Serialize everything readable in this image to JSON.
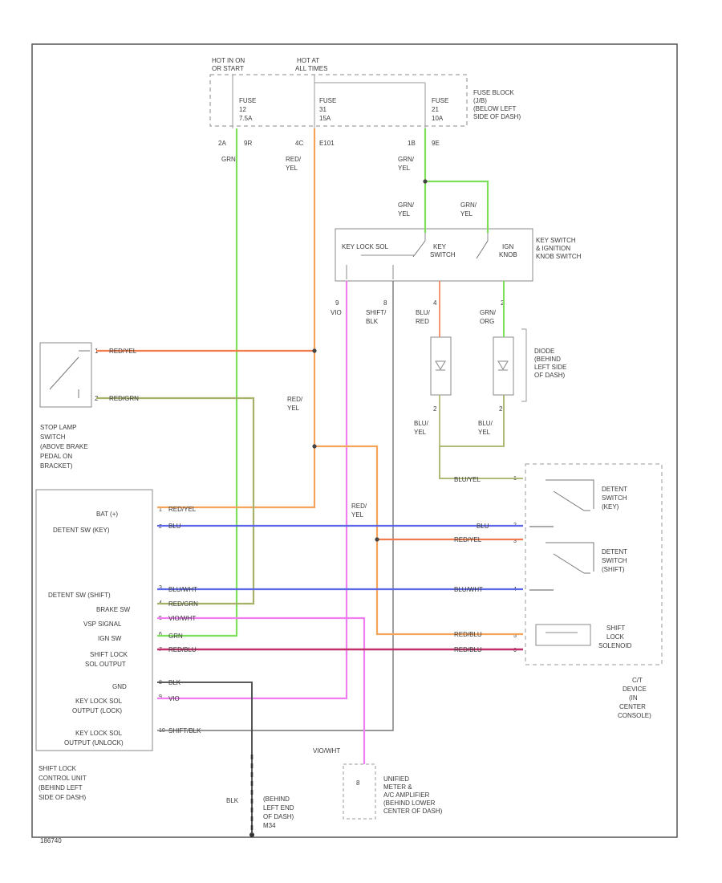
{
  "fuse_block": {
    "hot_run_start": [
      "HOT IN ON",
      "OR START"
    ],
    "hot_all_times": [
      "HOT AT",
      "ALL TIMES"
    ],
    "fuse1": [
      "FUSE",
      "12",
      "7.5A"
    ],
    "fuse2": [
      "FUSE",
      "31",
      "15A"
    ],
    "fuse3": [
      "FUSE",
      "21",
      "10A"
    ],
    "label": [
      "FUSE BLOCK",
      "(J/B)",
      "(BELOW LEFT",
      "SIDE OF DASH)"
    ]
  },
  "pins": {
    "fb1": "2A",
    "fb1b": "9R",
    "fb2": "4C",
    "fb2b": "E101",
    "fb3": "1B",
    "fb3b": "9E",
    "key_p9": "9",
    "key_p8": "8",
    "key_p4": "4",
    "key_p2": "2",
    "diode_p1": "2",
    "diode_p2": "2",
    "stop_p1": "1",
    "stop_p2": "2",
    "cu_bat": "1",
    "cu_detent_kst": "2",
    "cu_detent_shift": "3",
    "cu_brake": "4",
    "cu_vsp": "5",
    "cu_ign": "6",
    "cu_shift_sol": "7",
    "cu_gnd": "8",
    "cu_key_lock": "9",
    "cu_key_unlock": "10",
    "cd_p1": "1",
    "cd_p2": "2",
    "cd_p3": "3",
    "cd_p4": "4",
    "cd_p5": "5",
    "cd_p6": "6",
    "meter_pin": "8"
  },
  "wires": {
    "grn": "GRN",
    "red_yel_1": "RED/\nYEL",
    "grn_yel_fb": "GRN/\nYEL",
    "grn_yel_a": "GRN/\nYEL",
    "grn_yel_b": "GRN/\nYEL",
    "vio": "VIO",
    "shift_blk": "SHIFT/\nBLK",
    "blu_red": "BLU/\nRED",
    "grn_org": "GRN/\nORG",
    "blu_yel_a": "BLU/\nYEL",
    "blu_yel_b": "BLU/\nYEL",
    "red_yel_stop": "RED/YEL",
    "red_grn_stop": "RED/GRN",
    "red_yel_mid": "RED/\nYEL",
    "red_yel_mid2": "RED/\nYEL",
    "blu_yel_cd": "BLU/YEL",
    "cu_bat_wire": "RED/YEL",
    "cu_kst_wire": "BLU",
    "cd_blu": "BLU",
    "cd_red_yel": "RED/YEL",
    "cu_shift_wire": "BLU/WHT",
    "cd_blu_wht": "BLU/WHT",
    "cu_brake_wire": "RED/GRN",
    "cu_vsp_wire": "VIO/WHT",
    "cu_ign_wire": "GRN",
    "cd_red_blu_a": "RED/BLU",
    "cu_shift_sol_wire": "RED/BLU",
    "cd_red_blu_b": "RED/BLU",
    "cu_gnd_wire": "BLK",
    "cu_vio_wire": "VIO",
    "cu_unlock_wire": "SHIFT/BLK",
    "vio_wht_meter": "VIO/WHT",
    "blk_gnd": "BLK"
  },
  "key_switch": {
    "key_lock_sol": "KEY LOCK SOL",
    "key_switch": [
      "KEY",
      "SWITCH"
    ],
    "ign_knob": [
      "IGN",
      "KNOB"
    ],
    "label": [
      "KEY SWITCH",
      "& IGNITION",
      "KNOB SWITCH"
    ]
  },
  "diode": {
    "label": [
      "DIODE",
      "(BEHIND",
      "LEFT SIDE",
      "OF DASH)"
    ]
  },
  "stop_lamp": {
    "label": [
      "STOP LAMP",
      "SWITCH",
      "(ABOVE BRAKE",
      "PEDAL ON",
      "BRACKET)"
    ]
  },
  "control_unit": {
    "rows": [
      "BAT (+)",
      "DETENT SW (KEY)",
      "DETENT SW (SHIFT)",
      "BRAKE SW",
      "VSP SIGNAL",
      "IGN SW",
      "SHIFT LOCK",
      "SOL OUTPUT",
      "GND",
      "KEY LOCK SOL",
      "OUTPUT (LOCK)",
      "KEY LOCK SOL",
      "OUTPUT (UNLOCK)"
    ],
    "label": [
      "SHIFT LOCK",
      "CONTROL UNIT",
      "(BEHIND LEFT",
      "SIDE OF DASH)"
    ]
  },
  "cd_device": {
    "detent_key": [
      "DETENT",
      "SWITCH",
      "(KEY)"
    ],
    "detent_shift": [
      "DETENT",
      "SWITCH",
      "(SHIFT)"
    ],
    "shift_lock": [
      "SHIFT",
      "LOCK",
      "SOLENOID"
    ],
    "label": [
      "C/T",
      "DEVICE",
      "(IN",
      "CENTER",
      "CONSOLE)"
    ]
  },
  "meter": {
    "label": [
      "UNIFIED",
      "METER &",
      "A/C AMPLIFIER",
      "(BEHIND LOWER",
      "CENTER OF DASH)"
    ]
  },
  "ground": {
    "label": [
      "(BEHIND",
      "LEFT END",
      "OF DASH)",
      "M34"
    ]
  },
  "figure_id": "186740",
  "colors": {
    "green": "#7ee05a",
    "orange": "#f5a25a",
    "red_orange": "#f27b4e",
    "blue": "#5b67e8",
    "violet": "#f07ef0",
    "dark_red": "#c0306a",
    "gray": "#777777",
    "black_wire": "#444444",
    "olive": "#a8b068"
  }
}
